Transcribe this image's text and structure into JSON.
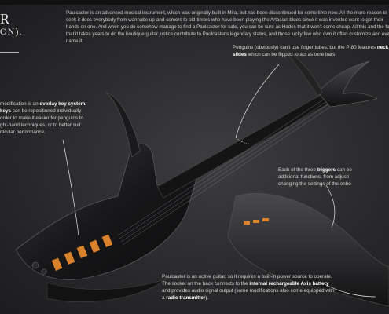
{
  "title": {
    "line1": "R",
    "line2": "ON)."
  },
  "intro_text": "Paulcaster is an advanced musical instrument, which was originally built in Mira, but has been discontinued for some time now. All the more reason to seek it does everybody from wannabe up-and-comers to old-timers who have been playing the Artasian blues since it was invented want to get their hands on one. And when you do somehow manage to find a Paulcaster for sale, you can be sure as Hades that it won't come cheap. All this and the fact that it takes years to do the boutique guitar justice contribute to Paulcaster's legendary status, and those lucky few who own it often customize and even name it.",
  "callouts": {
    "neck": {
      "before": "Penguins (obviously) can't use finger tubes, but the P-80 features ",
      "bold": "neck slides",
      "after": " which can be flipped to act as tone bars"
    },
    "overlay": {
      "p1": "modification is an ",
      "bold1": "overlay key system.",
      "bold2": "keys",
      "p2": " can be repositioned individually",
      "p3": "order to make it easier for penguins to",
      "p4": "ght-hand techniques, or to better suit",
      "p5": "rticular performance."
    },
    "triggers": {
      "p1": "Each of the three ",
      "bold": "triggers",
      "p2": " can be",
      "p3": "additional functions, from adjusti",
      "p4": "changing the settings of the onbo"
    },
    "battery": {
      "p1": "Paulcaster is an active guitar, so it requires a built-in power source to operate. The socket on the back connects to the ",
      "bold1": "internal rechargeable Axis battery",
      "p2": " and provides audio signal output (some modifications also come equipped with a ",
      "bold2": "radio transmitter",
      "p3": ")."
    }
  },
  "colors": {
    "body_dark": "#131314",
    "body_highlight": "#4a4a4e",
    "glow_amber": "#d9822b",
    "leader_line": "#e6e6e6"
  }
}
